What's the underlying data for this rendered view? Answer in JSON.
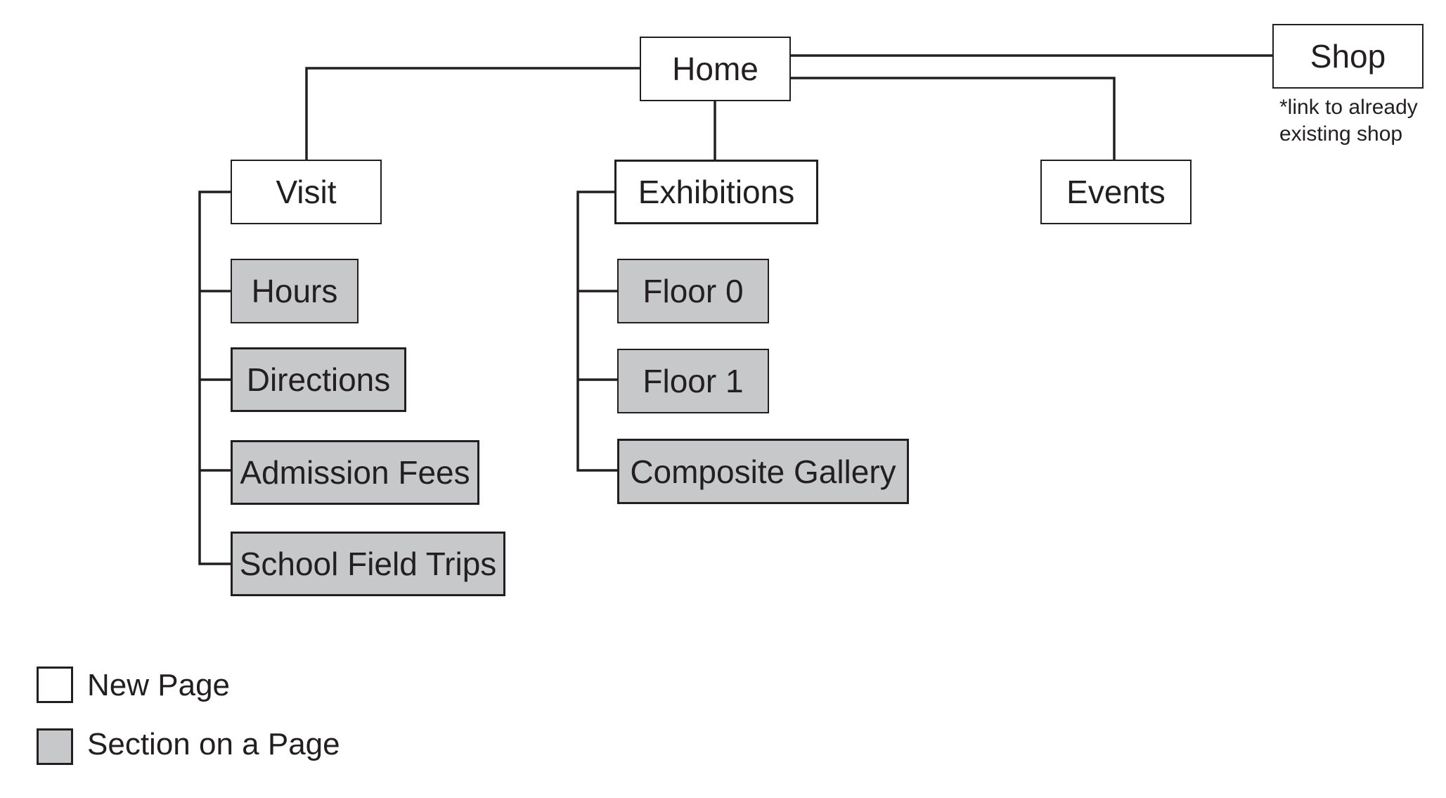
{
  "nodes": {
    "home": "Home",
    "shop": "Shop",
    "shop_note_line1": "*link to already",
    "shop_note_line2": "existing shop",
    "visit": "Visit",
    "exhibitions": "Exhibitions",
    "events": "Events",
    "hours": "Hours",
    "directions": "Directions",
    "admission_fees": "Admission Fees",
    "school_field_trips": "School Field Trips",
    "floor_0": "Floor 0",
    "floor_1": "Floor 1",
    "composite_gallery": "Composite Gallery"
  },
  "legend": {
    "new_page": "New Page",
    "section_on_page": "Section on a Page"
  },
  "colors": {
    "line": "#231f20",
    "section_fill": "#c7c8ca",
    "page_fill": "#ffffff"
  }
}
